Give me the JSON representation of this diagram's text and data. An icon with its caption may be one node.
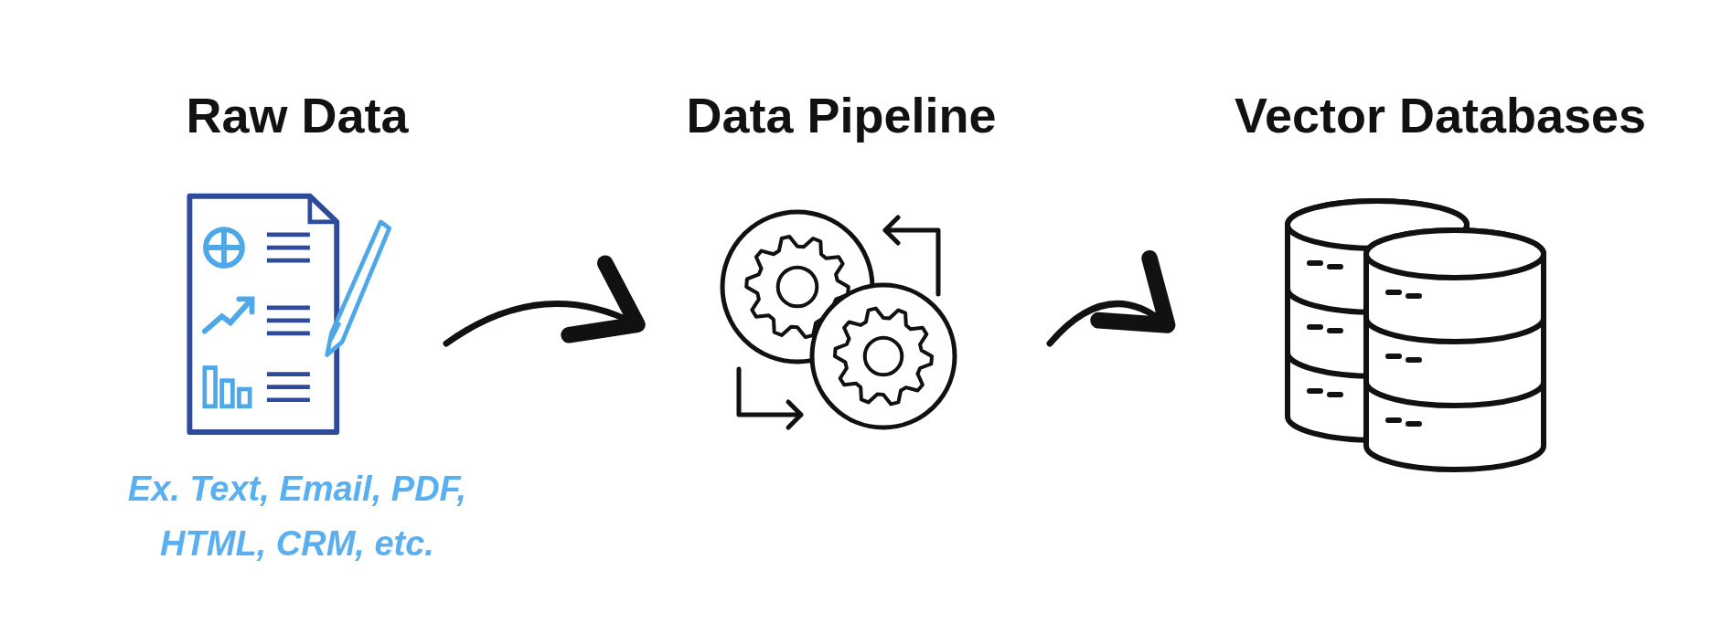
{
  "diagram": {
    "nodes": [
      {
        "text": [
          "Raw Data"
        ],
        "beside": [
          "Ex. Text, Email, PDF, HTML, CRM, etc."
        ]
      },
      {
        "text": [
          "Data Pipeline"
        ]
      },
      {
        "text": [
          "Vector Databases"
        ]
      }
    ],
    "edges": [
      {
        "from": 0,
        "to": 1,
        "arrow": "to"
      },
      {
        "from": 1,
        "to": 2,
        "arrow": "to"
      }
    ]
  }
}
